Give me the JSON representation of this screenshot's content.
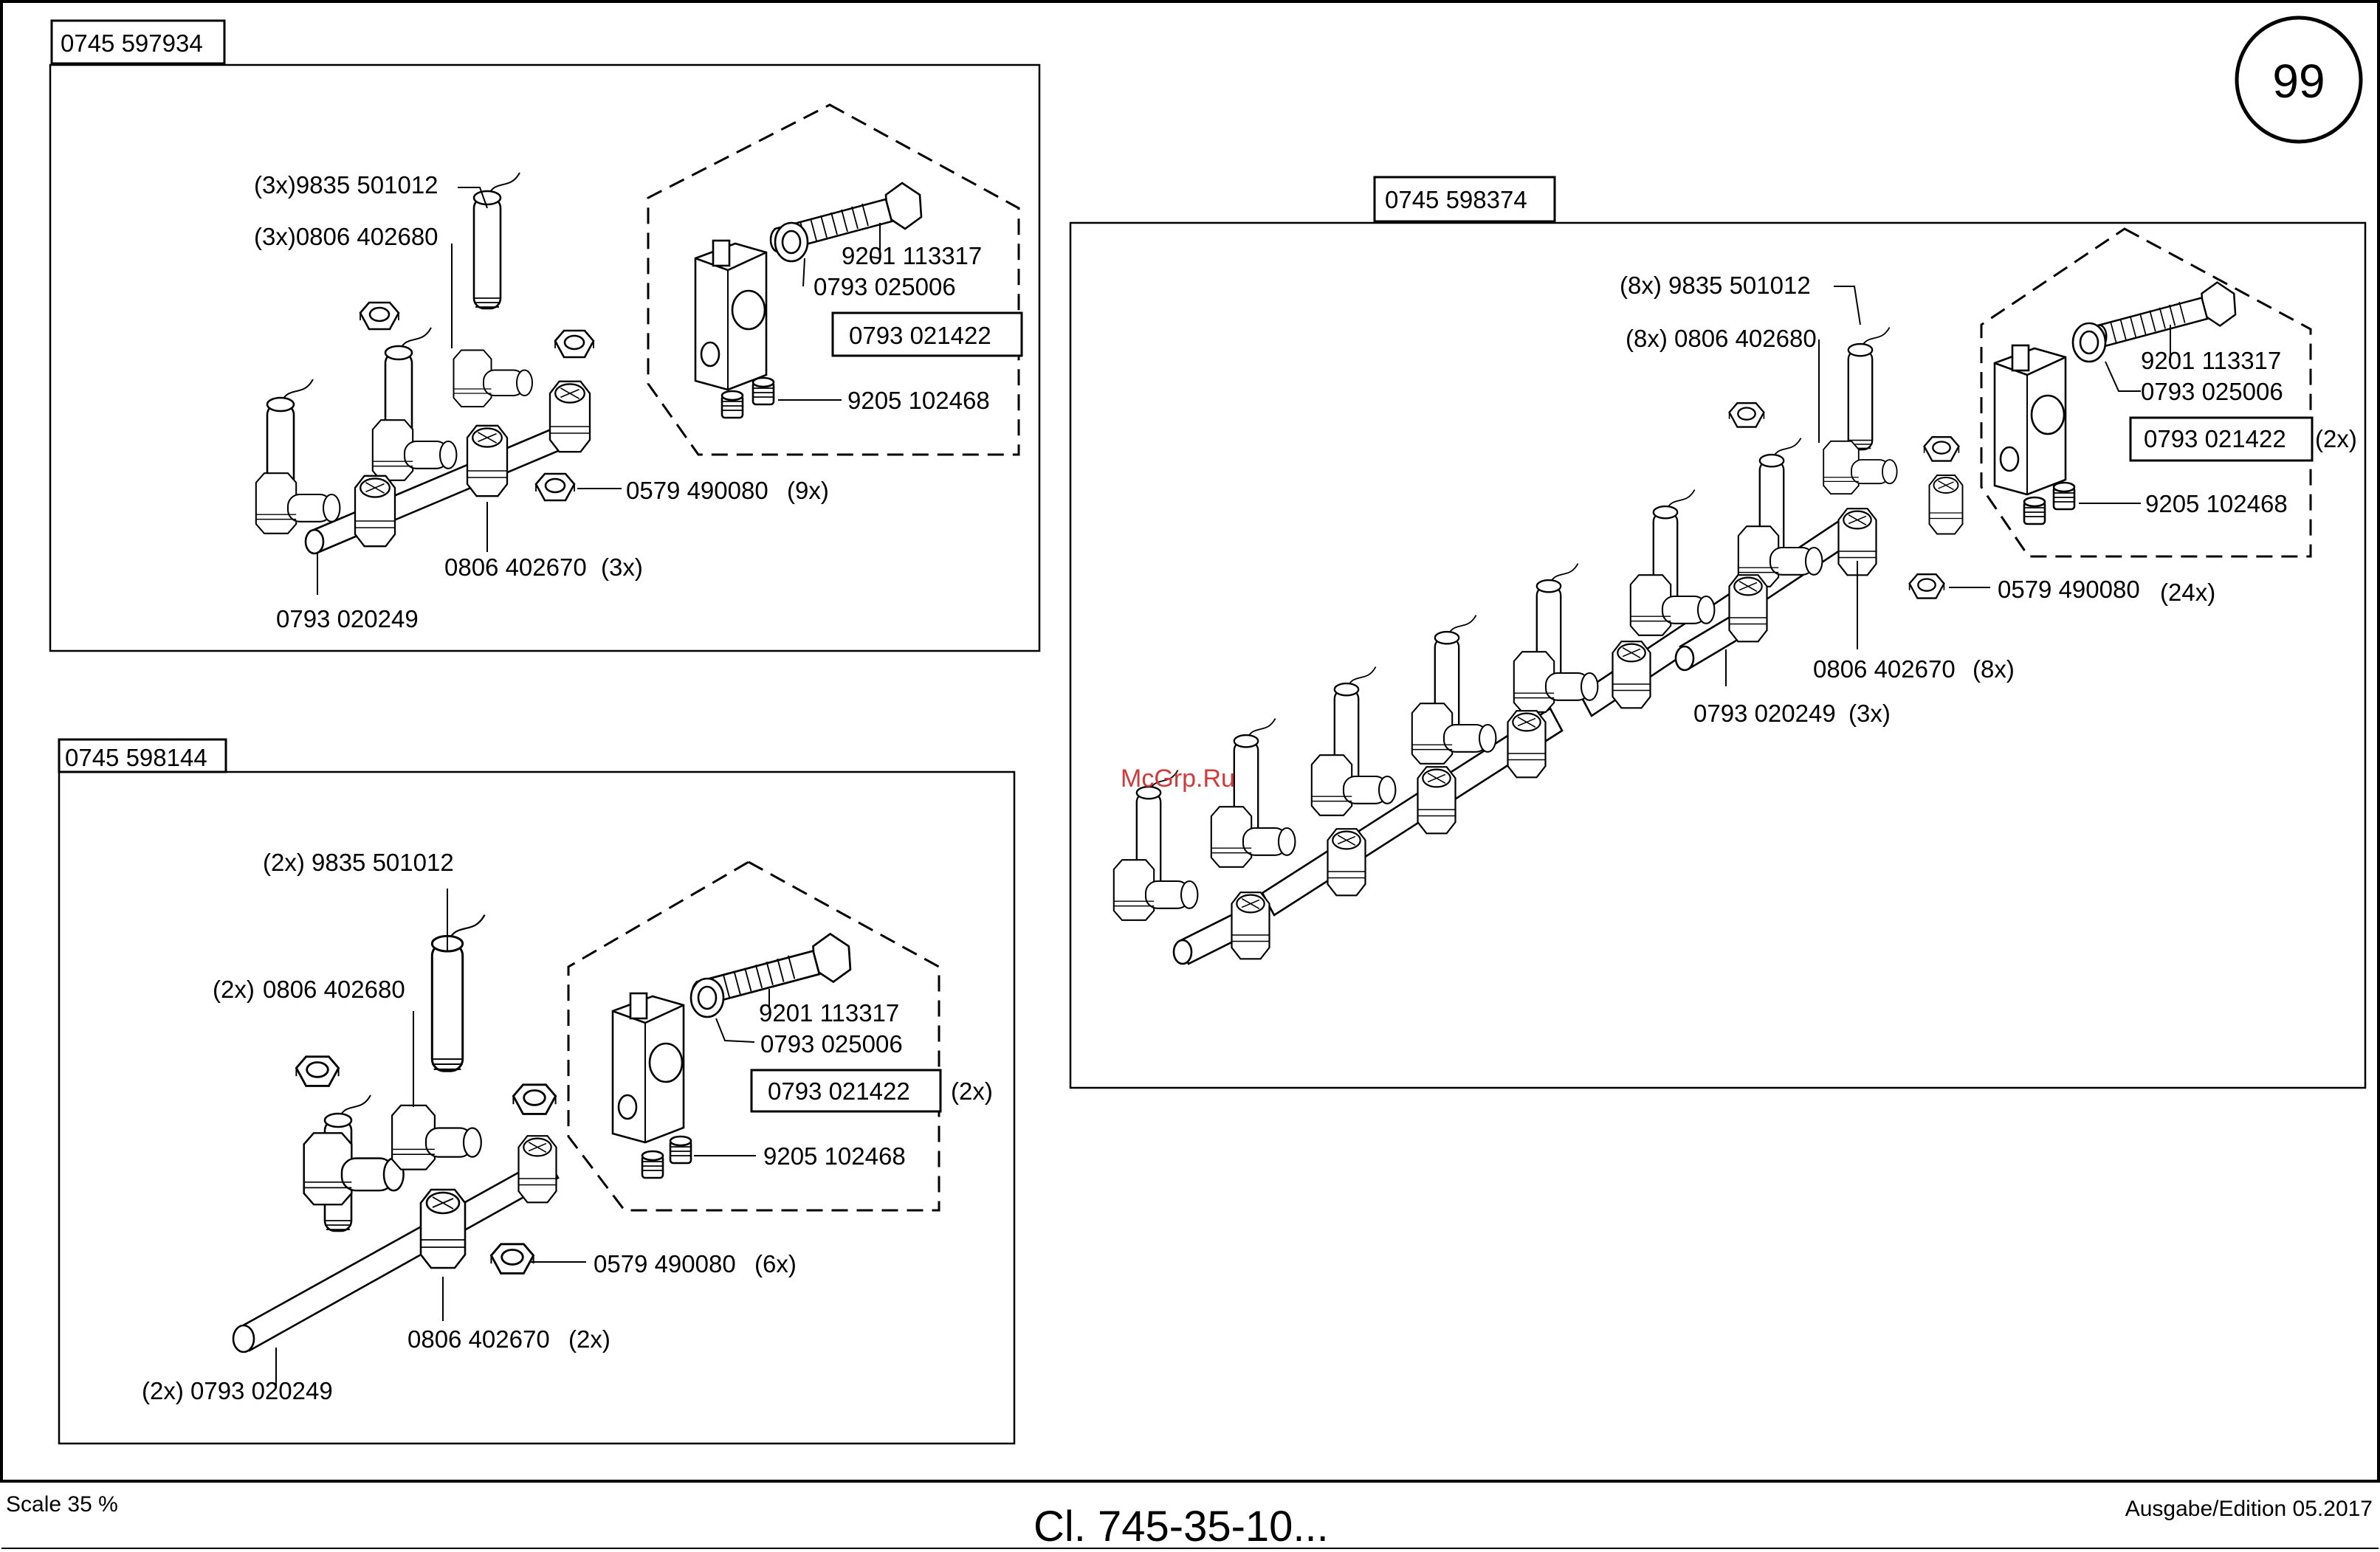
{
  "page": {
    "number": "99",
    "scale": "Scale 35 %",
    "doc_id": "Cl. 745-35-10...",
    "edition": "Ausgabe/Edition 05.2017",
    "watermark": "McGrp.Ru"
  },
  "panel_a": {
    "title": "0745 597934",
    "labels": {
      "thermocouple": "(3x)9835 501012",
      "holder": "(3x)0806 402680",
      "screw": "9201 113317",
      "washer": "0793 025006",
      "block": "0793 021422",
      "setscrew": "9205 102468",
      "nut": "0579 490080",
      "nut_qty": "(9x)",
      "connector": "0806 402670",
      "connector_qty": "(3x)",
      "tube": "0793 020249"
    }
  },
  "panel_b": {
    "title": "0745 598144",
    "labels": {
      "thermocouple": "(2x) 9835 501012",
      "holder_qty": "(2x)",
      "holder": "0806 402680",
      "screw": "9201 113317",
      "washer": "0793 025006",
      "block": "0793 021422",
      "block_qty": "(2x)",
      "setscrew": "9205 102468",
      "nut": "0579 490080",
      "nut_qty": "(6x)",
      "connector": "0806 402670",
      "connector_qty": "(2x)",
      "tube_qty": "(2x)",
      "tube": "0793 020249"
    }
  },
  "panel_c": {
    "title": "0745 598374",
    "labels": {
      "thermocouple": "(8x) 9835 501012",
      "holder": "(8x) 0806 402680",
      "screw": "9201 113317",
      "washer": "0793 025006",
      "block": "0793 021422",
      "block_qty": "(2x)",
      "setscrew": "9205 102468",
      "nut": "0579 490080",
      "nut_qty": "(24x)",
      "connector": "0806 402670",
      "connector_qty": "(8x)",
      "tube": "0793 020249",
      "tube_qty": "(3x)"
    }
  }
}
